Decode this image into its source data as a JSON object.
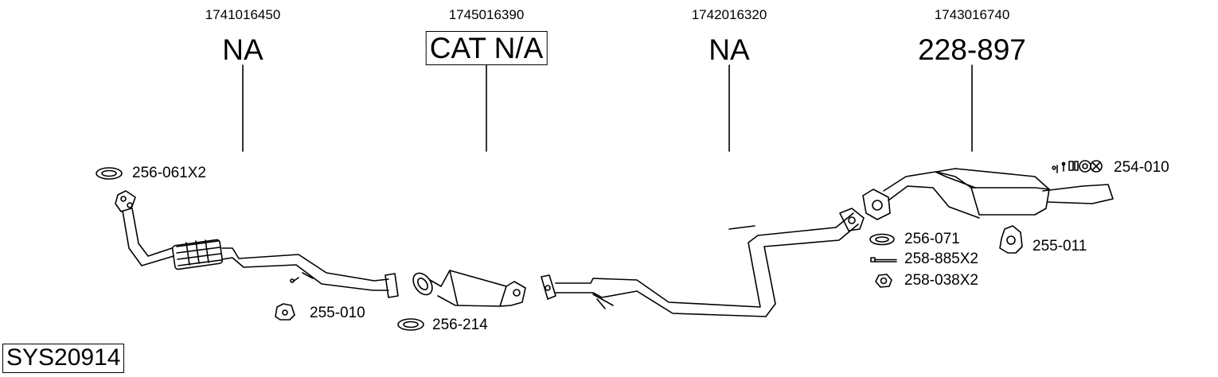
{
  "sections": [
    {
      "part_number": "1741016450",
      "code": "NA",
      "boxed": false
    },
    {
      "part_number": "1745016390",
      "code": "CAT N/A",
      "boxed": true
    },
    {
      "part_number": "1742016320",
      "code": "NA",
      "boxed": false
    },
    {
      "part_number": "1743016740",
      "code": "228-897",
      "boxed": false
    }
  ],
  "parts": {
    "gasket_front": "256-061X2",
    "mount_front": "255-010",
    "gasket_cat": "256-214",
    "gasket_rear": "256-071",
    "bolt": "258-885X2",
    "nut": "258-038X2",
    "hanger": "255-011",
    "fitting_kit": "254-010"
  },
  "system_id": "SYS20914"
}
